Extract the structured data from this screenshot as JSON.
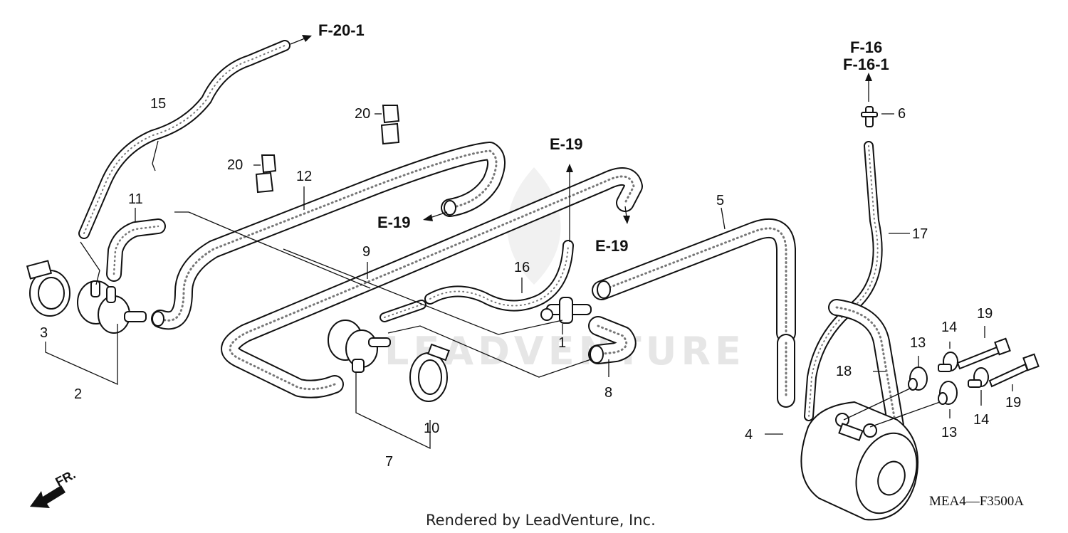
{
  "diagram": {
    "callouts": {
      "c1": "1",
      "c2": "2",
      "c3": "3",
      "c4": "4",
      "c5": "5",
      "c6": "6",
      "c7": "7",
      "c8": "8",
      "c9": "9",
      "c10": "10",
      "c11": "11",
      "c12": "12",
      "c13a": "13",
      "c13b": "13",
      "c14a": "14",
      "c14b": "14",
      "c15": "15",
      "c16": "16",
      "c17": "17",
      "c18": "18",
      "c19a": "19",
      "c19b": "19",
      "c20a": "20",
      "c20b": "20"
    },
    "references": {
      "f20_1": "F-20-1",
      "f16": "F-16",
      "f16_1": "F-16-1",
      "e19_top": "E-19",
      "e19_left": "E-19",
      "e19_right": "E-19"
    },
    "drawing_code": "MEA4—F3500A",
    "front_label": "FR.",
    "credit": "Rendered by LeadVenture, Inc.",
    "watermark": "LEADVENTURE"
  },
  "colors": {
    "ink": "#111111",
    "watermark": "#e6e6e6",
    "background": "#ffffff"
  }
}
